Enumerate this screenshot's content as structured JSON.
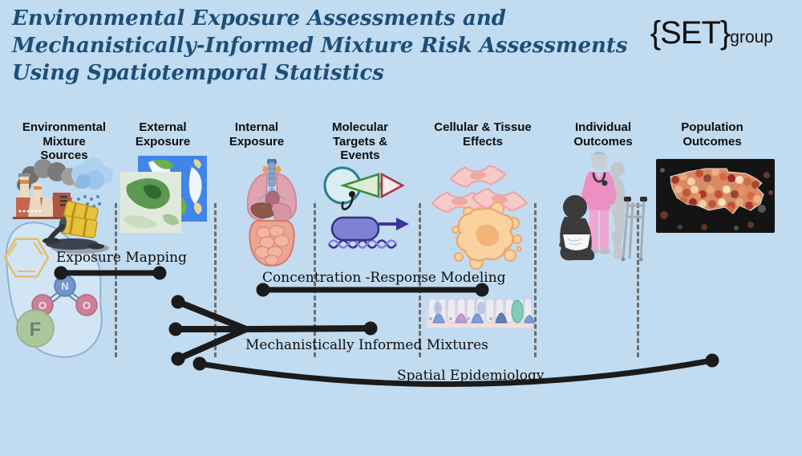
{
  "title": "Environmental Exposure Assessments and\nMechanistically-Informed Mixture Risk Assessments\nUsing Spatiotemporal Statistics",
  "logo": {
    "primary": "{SET}",
    "secondary": "group"
  },
  "stages": [
    {
      "label": "Environmental\nMixture\nSources"
    },
    {
      "label": "External\nExposure"
    },
    {
      "label": "Internal\nExposure"
    },
    {
      "label": "Molecular\nTargets &\nEvents"
    },
    {
      "label": "Cellular & Tissue\nEffects"
    },
    {
      "label": "Individual\nOutcomes"
    },
    {
      "label": "Population\nOutcomes"
    }
  ],
  "molecule": {
    "n": "N",
    "o1": "O",
    "o2": "O",
    "f": "F"
  },
  "annotations": {
    "exposure_mapping": "Exposure Mapping",
    "concentration_response": "Concentration -Response Modeling",
    "mechanistically_informed": "Mechanistically Informed Mixtures",
    "spatial_epidemiology": "Spatial Epidemiology"
  },
  "colors": {
    "background": "#c1dbf0",
    "title_text": "#1d4e79",
    "annotation_line": "#1b1b1b",
    "divider": "#6e6e6e"
  }
}
